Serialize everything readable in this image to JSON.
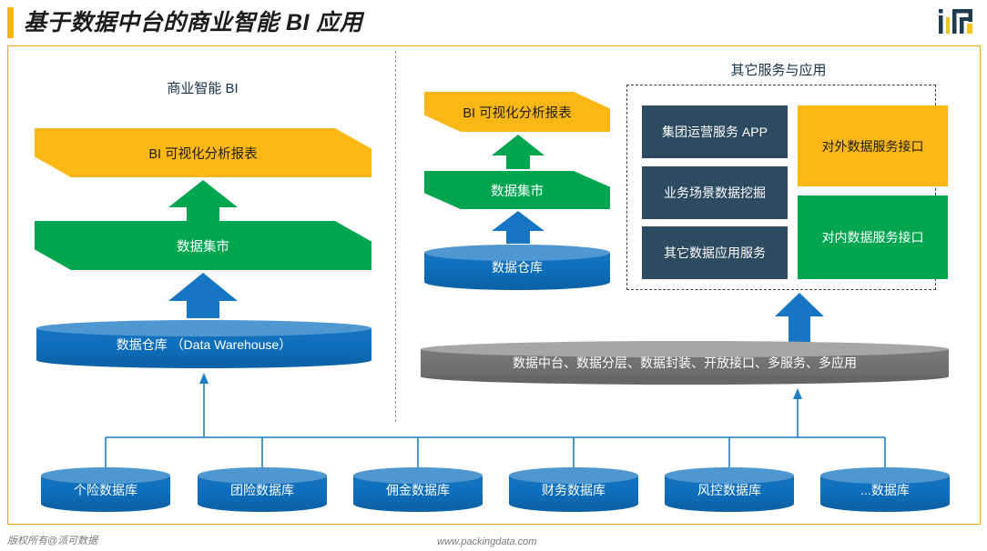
{
  "header": {
    "title": "基于数据中台的商业智能 BI 应用",
    "accent_color": "#f5b513",
    "logo_name": "ifr-logo"
  },
  "frame": {
    "border_color": "#f0a712"
  },
  "left_panel": {
    "caption": "商业智能 BI",
    "layers": [
      {
        "label": "BI 可视化分析报表",
        "color": "#fbb713",
        "kind": "banner"
      },
      {
        "label": "数据集市",
        "color": "#00a64f",
        "kind": "banner"
      },
      {
        "label": "数据仓库 （Data Warehouse）",
        "color": "#0e6fbc",
        "kind": "cylinder"
      }
    ],
    "arrows": [
      {
        "color": "#00a64f",
        "name": "up-arrow-green"
      },
      {
        "color": "#1676c4",
        "name": "up-arrow-blue"
      }
    ]
  },
  "middle_panel": {
    "layers": [
      {
        "label": "BI 可视化分析报表",
        "color": "#fbb713",
        "kind": "banner"
      },
      {
        "label": "数据集市",
        "color": "#00a64f",
        "kind": "banner"
      },
      {
        "label": "数据仓库",
        "color": "#0e6fbc",
        "kind": "cylinder"
      }
    ],
    "arrows": [
      {
        "color": "#00a64f",
        "name": "up-arrow-green"
      },
      {
        "color": "#1676c4",
        "name": "up-arrow-blue"
      }
    ]
  },
  "right_panel": {
    "caption": "其它服务与应用",
    "tiles_left": [
      {
        "label": "集团运营服务 APP",
        "color": "#2c4a60"
      },
      {
        "label": "业务场景数据挖掘",
        "color": "#2c4a60"
      },
      {
        "label": "其它数据应用服务",
        "color": "#2c4a60"
      }
    ],
    "tiles_right": [
      {
        "label": "对外数据服务接口",
        "color": "#fbb713"
      },
      {
        "label": "对内数据服务接口",
        "color": "#00a64f"
      }
    ],
    "group_border_color": "#3f3f3f"
  },
  "platform_bar": {
    "label": "数据中台、数据分层、数据封装、开放接口、多服务、多应用",
    "color": "#717171"
  },
  "sources": {
    "databases": [
      {
        "label": "个险数据库"
      },
      {
        "label": "团险数据库"
      },
      {
        "label": "佣金数据库"
      },
      {
        "label": "财务数据库"
      },
      {
        "label": "风控数据库"
      },
      {
        "label": "...数据库"
      }
    ],
    "color": "#0e6fbc",
    "wire_color": "#1f7fc4"
  },
  "footer": {
    "copyright": "版权所有@派可数据",
    "site": "www.packingdata.com"
  }
}
